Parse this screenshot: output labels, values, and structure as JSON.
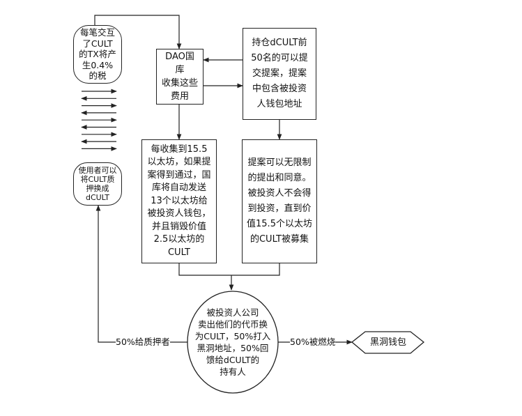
{
  "nodes": {
    "fee_note": "每笔交互\n了CULT\n的TX将产\n生0.4%\n的税",
    "dao_treasury": "DAO国库\n收集这些\n费用",
    "top50_holders": "持仓dCULT前\n50名的可以提\n交提案，提案\n中包含被投资\n人钱包地址",
    "stake_note": "使用者可以\n将CULT质\n押换成\ndCULT",
    "auto_payout": "每收集到15.5\n以太坊，如果提\n案得到通过，国\n库将自动发送\n13个以太坊给\n被投资人钱包，\n并且销毁价值\n2.5以太坊的\nCULT",
    "proposal_rules": "提案可以无限制\n的提出和同意。\n被投资人不会得\n到投资，直到价\n值15.5个以太坊\n的CULT被募集",
    "investee_circle": "被投资人公司\n卖出他们的代币换\n为CULT，50%打入\n黑洞地址，50%回\n馈给dCULT的\n持有人",
    "black_hole": "黑洞钱包"
  },
  "edge_labels": {
    "to_stakers": "50%给质押者",
    "burned": "50%被燃烧"
  },
  "transaction_arrows": {
    "count": 9,
    "directions": [
      "right",
      "left",
      "right",
      "left",
      "right",
      "left",
      "right",
      "left",
      "right"
    ]
  },
  "colors": {
    "stroke": "#222222",
    "background": "#ffffff"
  }
}
